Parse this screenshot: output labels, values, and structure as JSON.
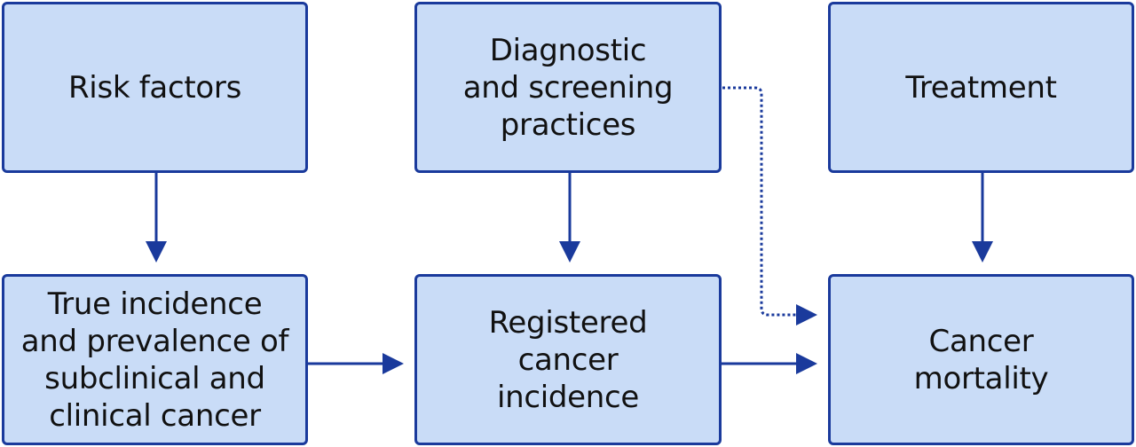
{
  "diagram": {
    "colors": {
      "box_fill": "#c9dcf7",
      "box_border": "#1a3a9c",
      "arrow": "#1a3a9c",
      "text": "#111111"
    },
    "nodes": {
      "risk_factors": "Risk factors",
      "diagnostic_screening": "Diagnostic\nand screening\npractices",
      "treatment": "Treatment",
      "true_incidence": "True incidence\nand prevalence of\nsubclinical and\nclinical cancer",
      "registered_incidence": "Registered\ncancer\nincidence",
      "cancer_mortality": "Cancer\nmortality"
    },
    "edges": [
      {
        "from": "risk_factors",
        "to": "true_incidence",
        "style": "solid"
      },
      {
        "from": "diagnostic_screening",
        "to": "registered_incidence",
        "style": "solid"
      },
      {
        "from": "treatment",
        "to": "cancer_mortality",
        "style": "solid"
      },
      {
        "from": "true_incidence",
        "to": "registered_incidence",
        "style": "solid"
      },
      {
        "from": "registered_incidence",
        "to": "cancer_mortality",
        "style": "solid"
      },
      {
        "from": "diagnostic_screening",
        "to": "cancer_mortality",
        "style": "dotted"
      }
    ]
  }
}
